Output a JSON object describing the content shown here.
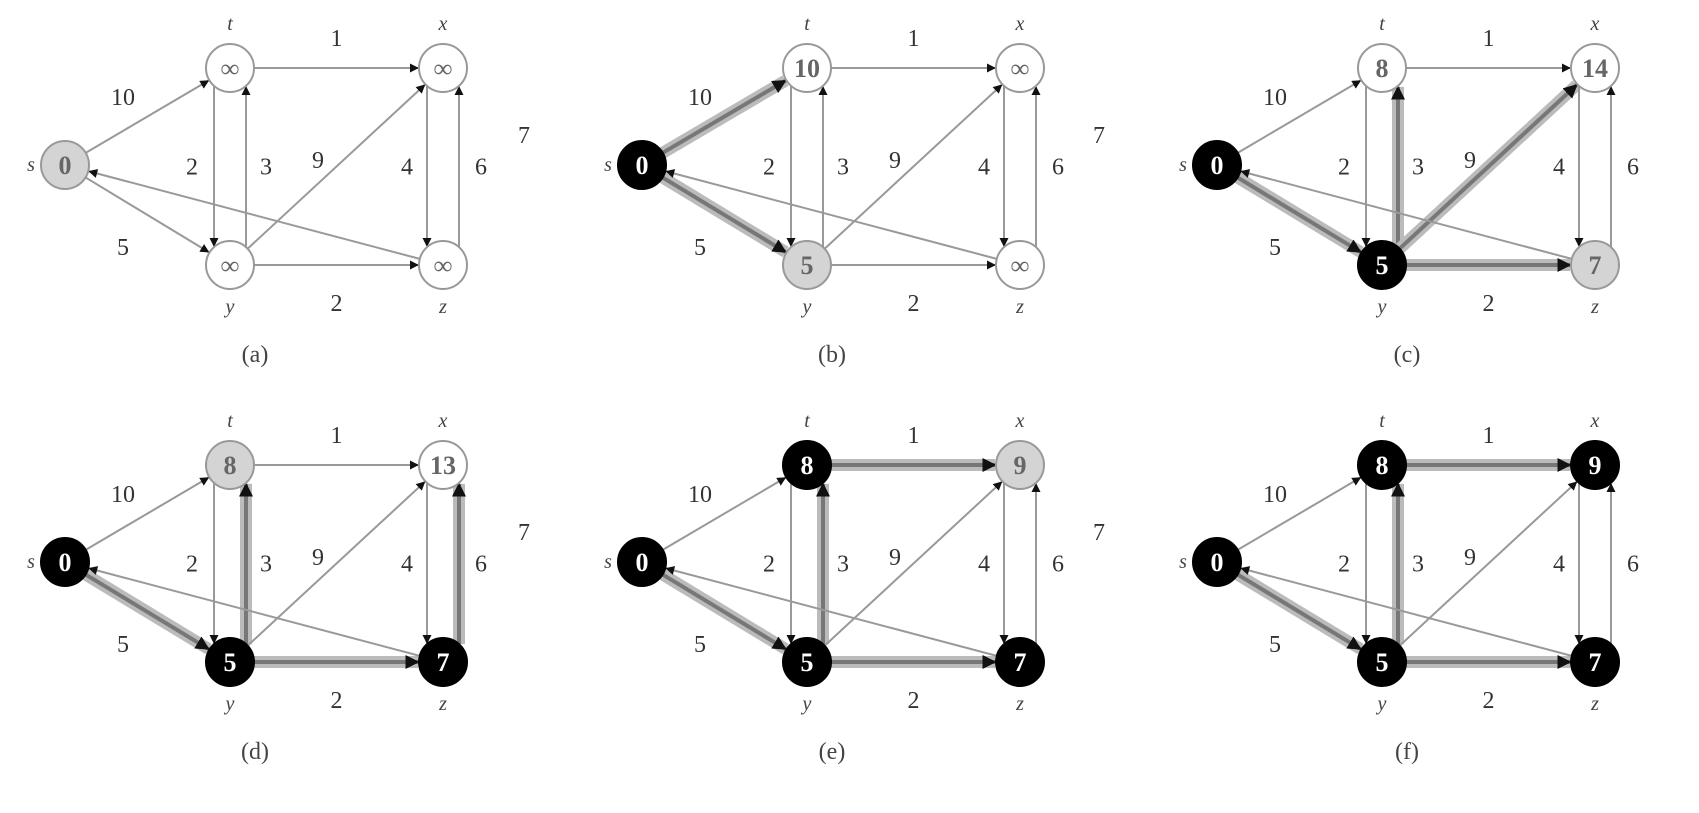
{
  "figure": {
    "nodes": [
      "s",
      "t",
      "x",
      "y",
      "z"
    ],
    "edges": [
      {
        "from": "s",
        "to": "t",
        "w": "10"
      },
      {
        "from": "s",
        "to": "y",
        "w": "5"
      },
      {
        "from": "t",
        "to": "x",
        "w": "1"
      },
      {
        "from": "t",
        "to": "y",
        "w": "2"
      },
      {
        "from": "y",
        "to": "t",
        "w": "3"
      },
      {
        "from": "y",
        "to": "x",
        "w": "9"
      },
      {
        "from": "y",
        "to": "z",
        "w": "2"
      },
      {
        "from": "x",
        "to": "z",
        "w": "4"
      },
      {
        "from": "z",
        "to": "x",
        "w": "6"
      },
      {
        "from": "z",
        "to": "s",
        "w": "7"
      }
    ],
    "panels": [
      {
        "caption": "(a)",
        "d": {
          "s": "0",
          "t": "∞",
          "x": "∞",
          "y": "∞",
          "z": "∞"
        },
        "state": {
          "s": "gray",
          "t": "white",
          "x": "white",
          "y": "white",
          "z": "white"
        },
        "tree": []
      },
      {
        "caption": "(b)",
        "d": {
          "s": "0",
          "t": "10",
          "x": "∞",
          "y": "5",
          "z": "∞"
        },
        "state": {
          "s": "black",
          "t": "white",
          "x": "white",
          "y": "gray",
          "z": "white"
        },
        "tree": [
          "s-t",
          "s-y"
        ]
      },
      {
        "caption": "(c)",
        "d": {
          "s": "0",
          "t": "8",
          "x": "14",
          "y": "5",
          "z": "7"
        },
        "state": {
          "s": "black",
          "t": "white",
          "x": "white",
          "y": "black",
          "z": "gray"
        },
        "tree": [
          "s-y",
          "y-t",
          "y-x",
          "y-z"
        ]
      },
      {
        "caption": "(d)",
        "d": {
          "s": "0",
          "t": "8",
          "x": "13",
          "y": "5",
          "z": "7"
        },
        "state": {
          "s": "black",
          "t": "gray",
          "x": "white",
          "y": "black",
          "z": "black"
        },
        "tree": [
          "s-y",
          "y-t",
          "z-x",
          "y-z"
        ]
      },
      {
        "caption": "(e)",
        "d": {
          "s": "0",
          "t": "8",
          "x": "9",
          "y": "5",
          "z": "7"
        },
        "state": {
          "s": "black",
          "t": "black",
          "x": "gray",
          "y": "black",
          "z": "black"
        },
        "tree": [
          "s-y",
          "y-t",
          "t-x",
          "y-z"
        ]
      },
      {
        "caption": "(f)",
        "d": {
          "s": "0",
          "t": "8",
          "x": "9",
          "y": "5",
          "z": "7"
        },
        "state": {
          "s": "black",
          "t": "black",
          "x": "black",
          "y": "black",
          "z": "black"
        },
        "tree": [
          "s-y",
          "y-t",
          "t-x",
          "y-z"
        ]
      }
    ]
  }
}
